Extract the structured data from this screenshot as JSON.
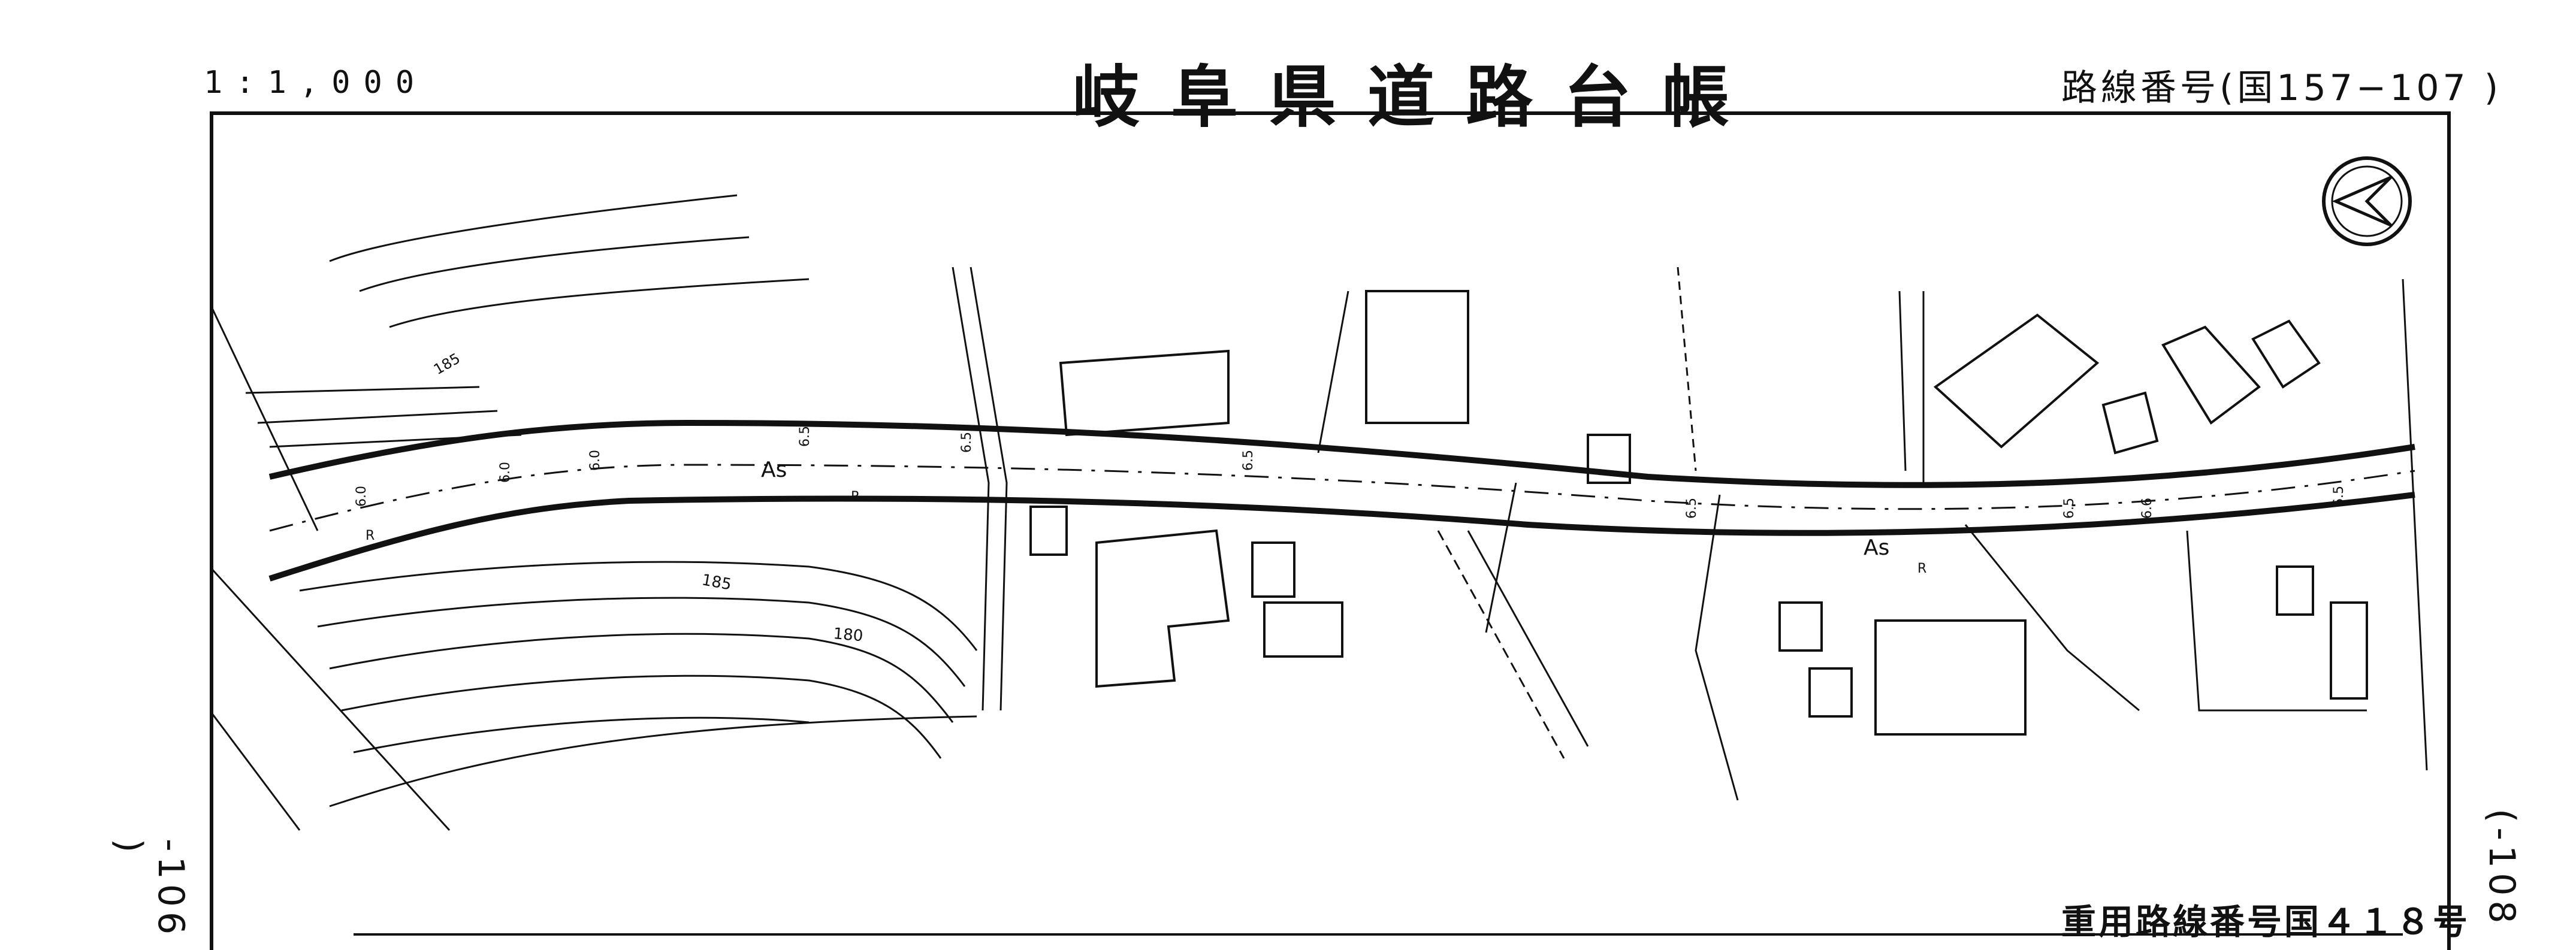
{
  "header": {
    "scale": "1:1,000",
    "title": "岐阜県道路台帳",
    "route_number": "路線番号(国157−107 )"
  },
  "footer": {
    "duplicate_route": "重用路線番号国４１８号",
    "prev_sheet_ref": "-106 )",
    "next_sheet_ref": "(-108"
  },
  "map": {
    "surface_labels": [
      "As",
      "As"
    ],
    "contours": [
      "185",
      "185",
      "180"
    ],
    "widths": [
      "6.0",
      "6.0",
      "6.0",
      "6.5",
      "6.5",
      "6.5",
      "6.5",
      "6.5",
      "6.6",
      "6.5"
    ],
    "side_labels": [
      "R",
      "R",
      "R"
    ],
    "north_arrow": "north-arrow-icon"
  }
}
